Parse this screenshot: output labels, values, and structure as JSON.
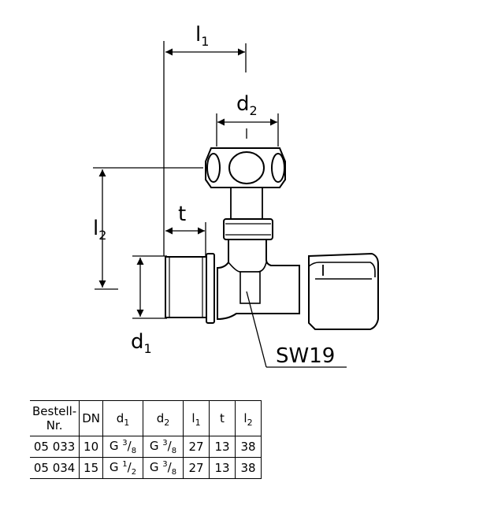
{
  "drawing": {
    "labels": {
      "l1": {
        "base": "l",
        "sub": "1"
      },
      "d2": {
        "base": "d",
        "sub": "2"
      },
      "l2": {
        "base": "l",
        "sub": "2"
      },
      "t": "t",
      "d1": {
        "base": "d",
        "sub": "1"
      },
      "sw": "SW19"
    }
  },
  "table": {
    "headers": [
      {
        "text": "Bestell-",
        "text2": "Nr."
      },
      {
        "text": "DN"
      },
      {
        "base": "d",
        "sub": "1"
      },
      {
        "base": "d",
        "sub": "2"
      },
      {
        "base": "l",
        "sub": "1"
      },
      {
        "text": "t"
      },
      {
        "base": "l",
        "sub": "2"
      }
    ],
    "rows": [
      {
        "nr": "05 033",
        "dn": "10",
        "d1": {
          "g": "G",
          "num": "3",
          "den": "8"
        },
        "d2": {
          "g": "G",
          "num": "3",
          "den": "8"
        },
        "l1": "27",
        "t": "13",
        "l2": "38"
      },
      {
        "nr": "05 034",
        "dn": "15",
        "d1": {
          "g": "G",
          "num": "1",
          "den": "2"
        },
        "d2": {
          "g": "G",
          "num": "3",
          "den": "8"
        },
        "l1": "27",
        "t": "13",
        "l2": "38"
      }
    ]
  }
}
